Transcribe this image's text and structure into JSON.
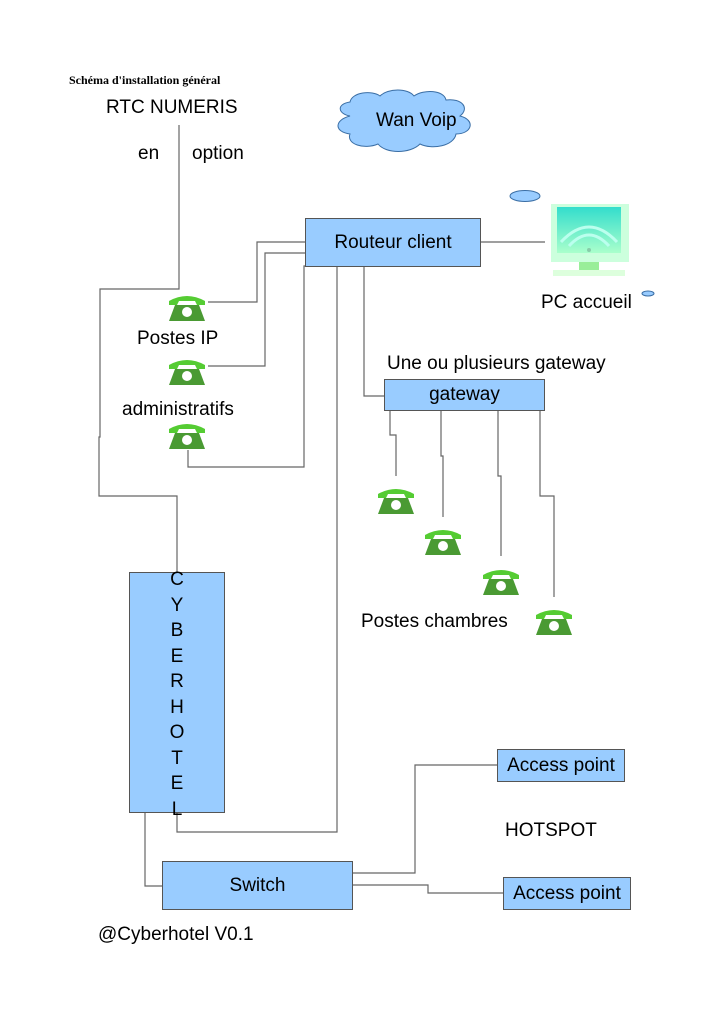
{
  "document_title": "Schéma d'installation général",
  "rtc": {
    "line1": "RTC NUMERIS",
    "line2_left": "en",
    "line2_right": "option"
  },
  "cloud": {
    "label": "Wan Voip"
  },
  "router": {
    "label": "Routeur client"
  },
  "pc": {
    "label": "PC accueil"
  },
  "ip_phones": {
    "label_line1": "Postes IP",
    "label_line2": "administratifs",
    "count": 3
  },
  "gateway": {
    "caption": "Une ou plusieurs gateway",
    "label": "gateway"
  },
  "room_phones": {
    "label": "Postes chambres",
    "count": 4
  },
  "cyberhotel": {
    "letters": [
      "C",
      "Y",
      "B",
      "E",
      "R",
      "H",
      "O",
      "T",
      "E",
      "L"
    ]
  },
  "switch": {
    "label": "Switch"
  },
  "access_points": [
    {
      "label": "Access point"
    },
    {
      "label": "Access point"
    }
  ],
  "hotspot": {
    "label": "HOTSPOT"
  },
  "footer": {
    "version": "@Cyberhotel V0.1"
  },
  "colors": {
    "box_fill": "#99ccff",
    "phone_light": "#55cc33",
    "phone_dark": "#4a9a33",
    "line": "#666666"
  }
}
